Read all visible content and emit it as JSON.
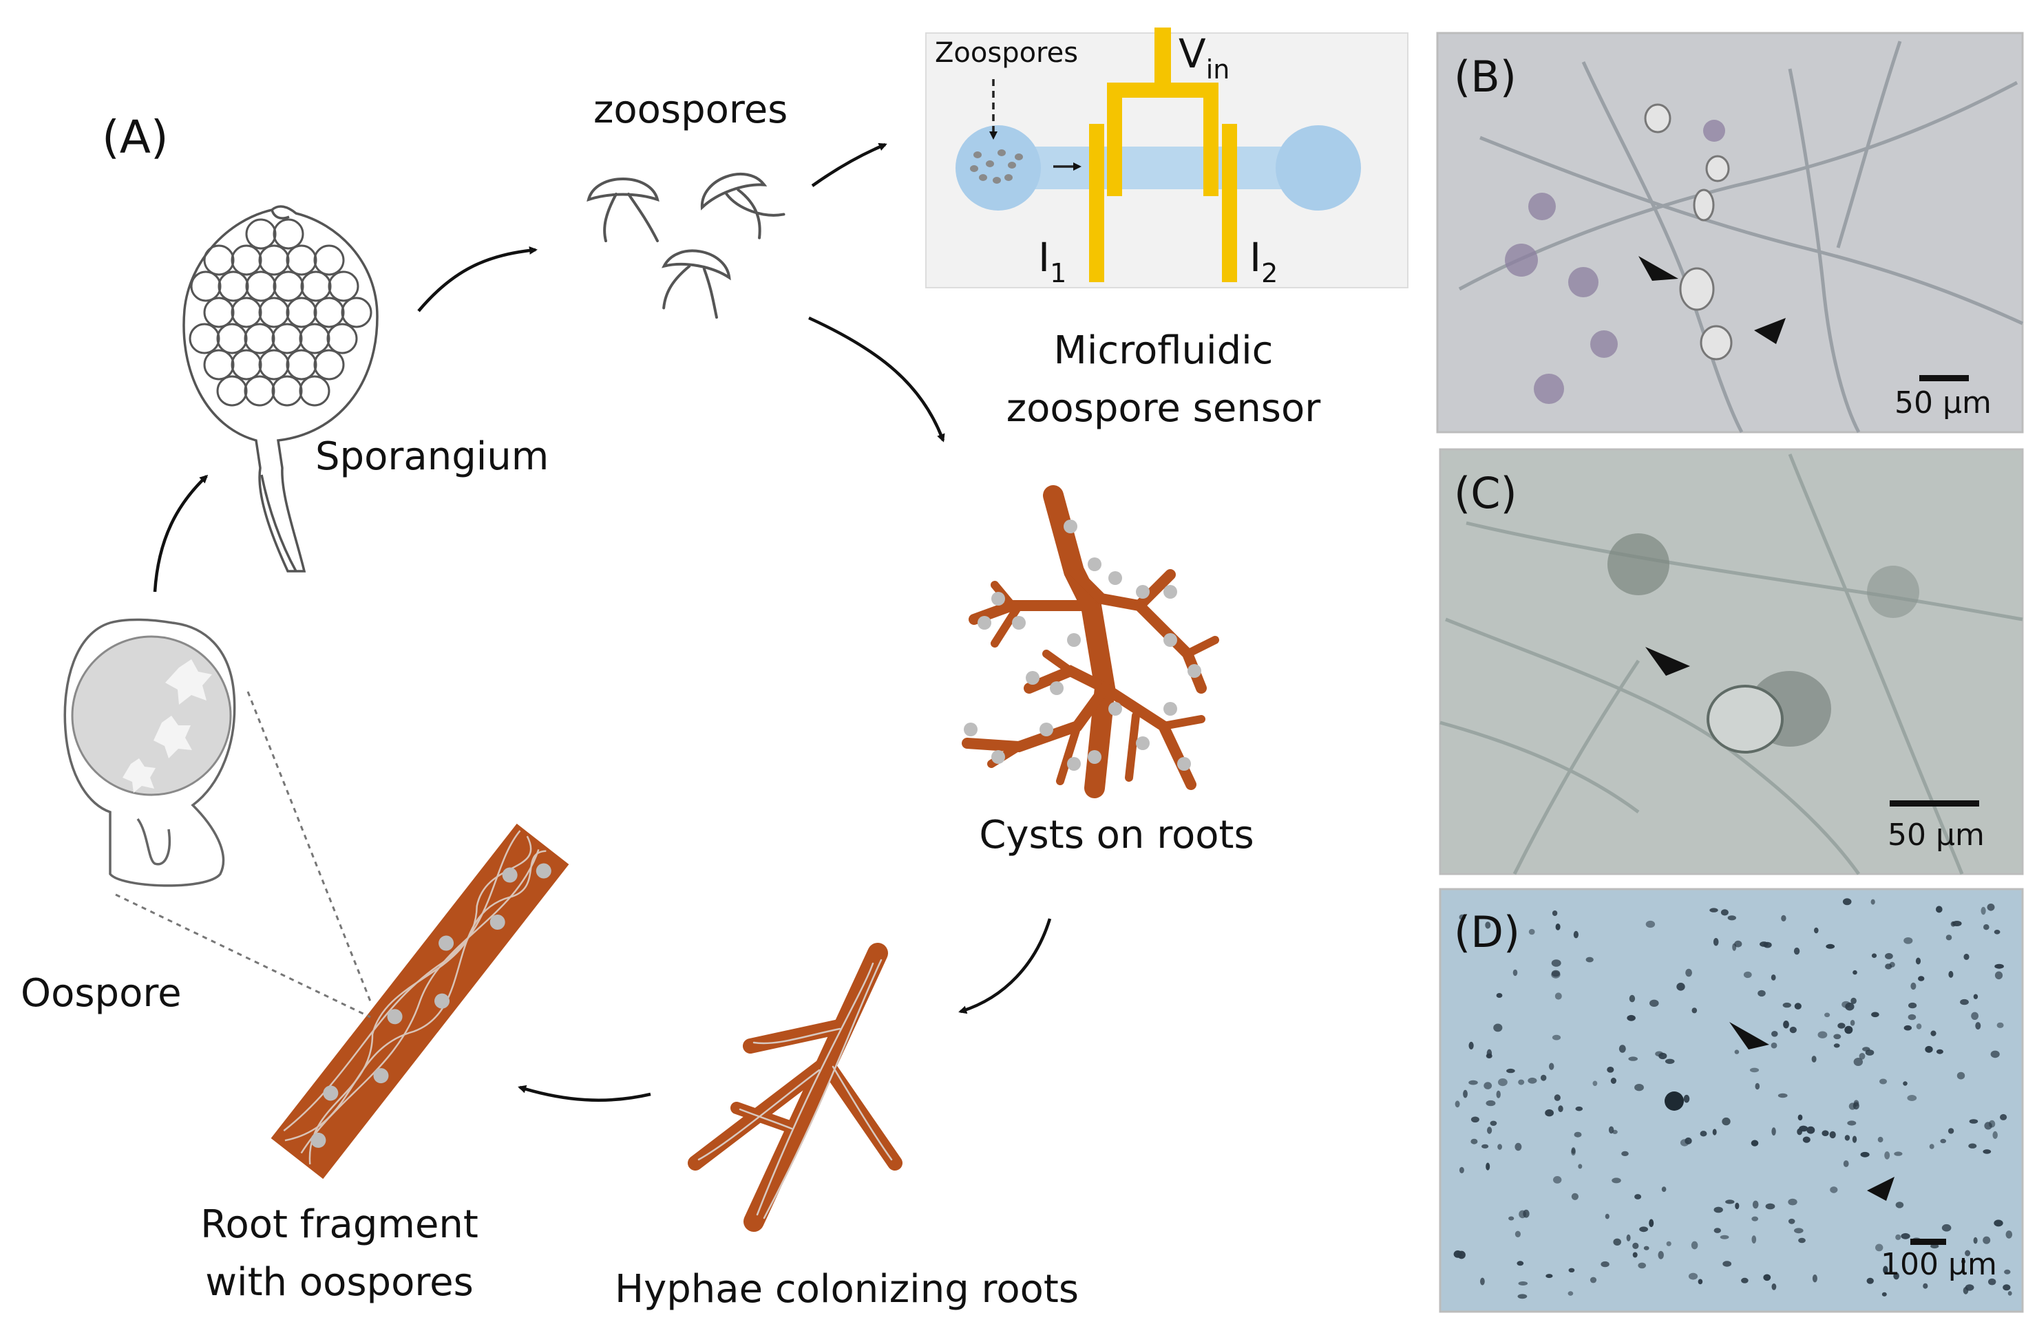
{
  "figure": {
    "panel_a": {
      "letter": "(A)",
      "stages": {
        "sporangium": "Sporangium",
        "zoospores": "zoospores",
        "sensor_line1": "Microfluidic",
        "sensor_line2": "zoospore sensor",
        "cysts": "Cysts on roots",
        "hyphae": "Hyphae colonizing roots",
        "root_line1": "Root fragment",
        "root_line2": "with oospores",
        "oospore": "Oospore"
      },
      "sensor_chip": {
        "zoospores_label": "Zoospores",
        "v_label": "V",
        "v_sub": "in",
        "i1_label": "I",
        "i1_sub": "1",
        "i2_label": "I",
        "i2_sub": "2"
      }
    },
    "micrographs": [
      {
        "letter": "(B)",
        "scale": "50 µm"
      },
      {
        "letter": "(C)",
        "scale": "50 µm"
      },
      {
        "letter": "(D)",
        "scale": "100 µm"
      }
    ]
  },
  "colors": {
    "root_brown": "#b5501c",
    "electrode_yellow": "#f5c400",
    "channel_blue": "#b9d7ee",
    "outline_gray": "#555555",
    "micro_b_bg": "#c9cbcf",
    "micro_c_bg": "#bcc3c0",
    "micro_d_bg": "#b0c7d6"
  }
}
